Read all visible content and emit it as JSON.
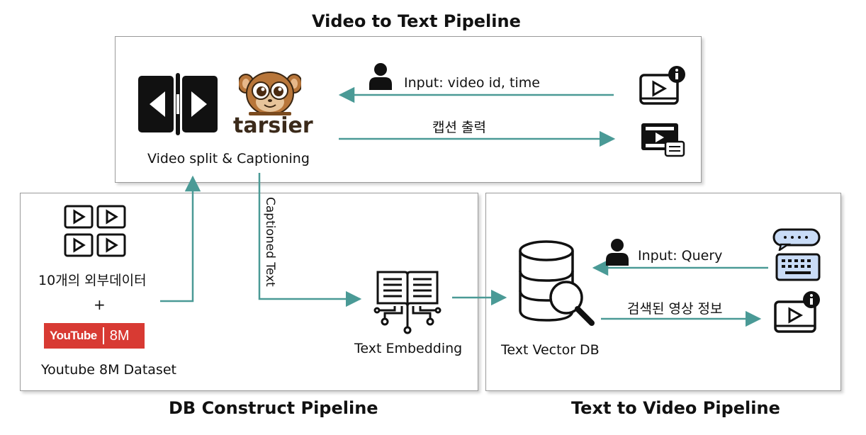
{
  "titles": {
    "v2t": "Video to Text Pipeline",
    "db": "DB Construct Pipeline",
    "t2v": "Text to Video Pipeline"
  },
  "v2t": {
    "split_caption_label": "Video split & Captioning",
    "tarsier_logo": "tarsier",
    "input_label": "Input: video id, time",
    "caption_output_label": "캡션 출력"
  },
  "db": {
    "external_data_label": "10개의 외부데이터",
    "plus": "+",
    "youtube_logo_text": "YouTube",
    "youtube_badge": "8M",
    "youtube_dataset_label": "Youtube 8M Dataset",
    "captioned_text_label": "Captioned Text",
    "embedding_label": "Text Embedding"
  },
  "t2v": {
    "query_label": "Input: Query",
    "result_label": "검색된 영상 정보",
    "vector_db_label": "Text Vector DB"
  },
  "colors": {
    "arrow": "#4a9a96",
    "youtube_red": "#d83a33",
    "tarsier_brown": "#a0632d",
    "chat_blue": "#c9dcf7"
  },
  "icons": [
    "split-video-icon",
    "tarsier-mascot-icon",
    "user-icon",
    "video-info-icon",
    "video-caption-icon",
    "video-grid-icon",
    "book-embedding-icon",
    "database-search-icon",
    "chat-bubble-icon",
    "keyboard-icon"
  ]
}
